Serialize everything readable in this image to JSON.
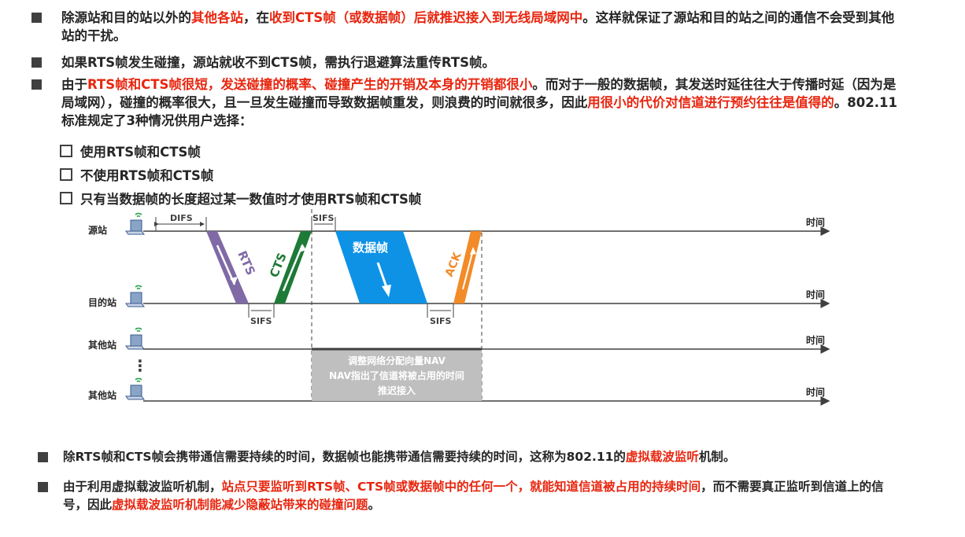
{
  "paragraphs": [
    {
      "segments": [
        {
          "text": "除源站和目的站以外的",
          "red": false
        },
        {
          "text": "其他各站",
          "red": true
        },
        {
          "text": "，在",
          "red": false
        },
        {
          "text": "收到CTS帧（或数据帧）后就推迟接入到无线局域网中",
          "red": true
        },
        {
          "text": "。这样就保证了源站和目的站之间的通信不会受到其他站的干扰。",
          "red": false
        }
      ]
    },
    {
      "segments": [
        {
          "text": "如果RTS帧发生碰撞，源站就收不到CTS帧，需执行退避算法重传RTS帧。",
          "red": false
        }
      ]
    },
    {
      "segments": [
        {
          "text": "由于",
          "red": false
        },
        {
          "text": "RTS帧和CTS帧很短，发送碰撞的概率、碰撞产生的开销及本身的开销都很小",
          "red": true
        },
        {
          "text": "。而对于一般的数据帧，其发送时延往往大于传播时延（因为是局域网），碰撞的概率很大，且一旦发生碰撞而导致数据帧重发，则浪费的时间就很多，因此",
          "red": false
        },
        {
          "text": "用很小的代价对信道进行预约往往是值得的",
          "red": true
        },
        {
          "text": "。802.11标准规定了3种情况供用户选择：",
          "red": false
        }
      ]
    }
  ],
  "options": [
    "使用RTS帧和CTS帧",
    "不使用RTS帧和CTS帧",
    "只有当数据帧的长度超过某一数值时才使用RTS帧和CTS帧"
  ],
  "diagram": {
    "stations": [
      "源站",
      "目的站",
      "其他站",
      "其他站"
    ],
    "time_label": "时间",
    "difs_label": "DIFS",
    "sifs_label": "SIFS",
    "frames": {
      "rts": "RTS",
      "cts": "CTS",
      "data": "数据帧",
      "ack": "ACK"
    },
    "nav_lines": [
      "调整网络分配向量NAV",
      "NAV指出了信道将被占用的时间",
      "推迟接入"
    ],
    "ellipsis": "⋮",
    "colors": {
      "rts": "#7f6aa6",
      "cts": "#1e7a37",
      "data": "#0d92e6",
      "ack": "#f28b28",
      "nav": "#bfbfbf",
      "red_text": "#e8260f"
    }
  },
  "bottom_paragraphs": [
    {
      "segments": [
        {
          "text": "除RTS帧和CTS帧会携带通信需要持续的时间，数据帧也能携带通信需要持续的时间，这称为802.11的",
          "red": false
        },
        {
          "text": "虚拟载波监听",
          "red": true
        },
        {
          "text": "机制。",
          "red": false
        }
      ]
    },
    {
      "segments": [
        {
          "text": "由于利用虚拟载波监听机制，",
          "red": false
        },
        {
          "text": "站点只要监听到RTS帧、CTS帧或数据帧中的任何一个，就能知道信道被占用的持续时间",
          "red": true
        },
        {
          "text": "，而不需要真正监听到信道上的信号，因此",
          "red": false
        },
        {
          "text": "虚拟载波监听机制能减少隐蔽站带来的碰撞问题",
          "red": true
        },
        {
          "text": "。",
          "red": false
        }
      ]
    }
  ]
}
